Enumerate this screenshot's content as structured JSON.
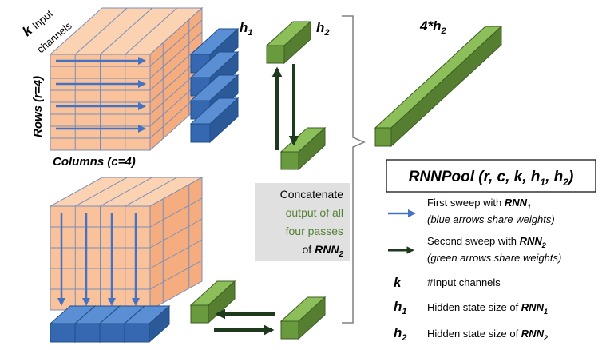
{
  "labels": {
    "k": "k",
    "input_channels_1": "Input",
    "input_channels_2": "channels",
    "rows": "Rows (r=4)",
    "columns": "Columns (c=4)",
    "h1": "h",
    "h1_sub": "1",
    "h2": "h",
    "h2_sub": "2",
    "concat_out": "4*h",
    "concat_out_sub": "2"
  },
  "concat_box": {
    "line1": "Concatenate",
    "line2": "output of all",
    "line3": "four passes",
    "line4_prefix": "of ",
    "line4_rnn": "RNN",
    "line4_sub": "2"
  },
  "title_box": {
    "text": "RNNPool (r, c, k, h",
    "sub1": "1",
    "mid": ", h",
    "sub2": "2",
    "end": ")"
  },
  "legend": [
    {
      "symbol": "blue-arrow",
      "line1_prefix": "First sweep with ",
      "line1_rnn": "RNN",
      "line1_sub": "1",
      "line2": "(blue arrows share weights)"
    },
    {
      "symbol": "green-arrow",
      "line1_prefix": "Second sweep with ",
      "line1_rnn": "RNN",
      "line1_sub": "2",
      "line2": "(green arrows share weights)"
    },
    {
      "symbol": "k",
      "text": "#Input channels"
    },
    {
      "symbol": "h",
      "symbol_sub": "1",
      "text_prefix": "Hidden state size of ",
      "text_rnn": "RNN",
      "text_sub": "1"
    },
    {
      "symbol": "h",
      "symbol_sub": "2",
      "text_prefix": "Hidden state size of ",
      "text_rnn": "RNN",
      "text_sub": "2"
    }
  ],
  "colors": {
    "orange_front": "#f9c29a",
    "orange_side": "#f5ad7f",
    "orange_top": "#fbd3b3",
    "grid": "#7a8db8",
    "blue_arrow": "#4472c4",
    "blue_front": "#3568b0",
    "blue_top": "#5b8fd4",
    "blue_side": "#2c5a98",
    "green_front": "#6a9a3e",
    "green_top": "#8cbf5a",
    "green_side": "#557e31",
    "dark_green": "#1e3a1c",
    "concat_text_green": "#548235",
    "concat_bg": "#e0e0e0"
  }
}
